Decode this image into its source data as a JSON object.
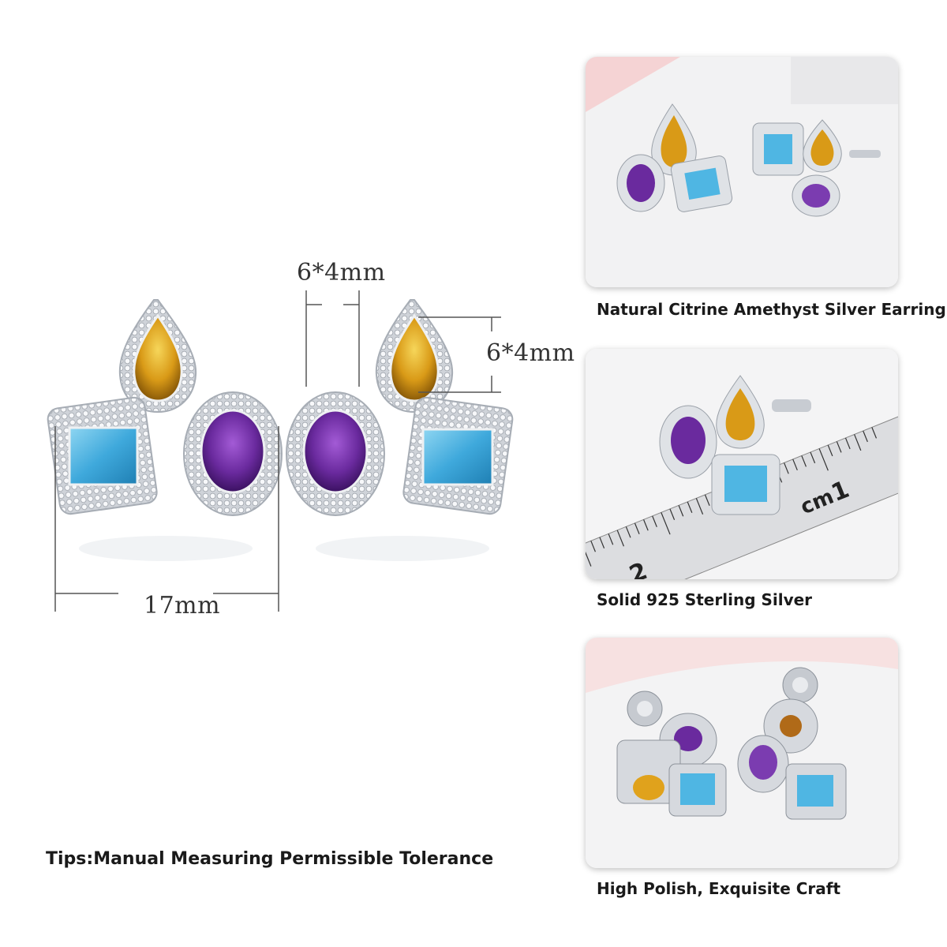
{
  "dimensions": {
    "top_width": "6*4mm",
    "right_height": "6*4mm",
    "bottom_width": "17mm"
  },
  "captions": {
    "thumb1": "Natural Citrine Amethyst Silver Earring",
    "thumb2": "Solid 925 Sterling Silver",
    "thumb3": "High Polish, Exquisite Craft"
  },
  "ruler_labels": {
    "n1": "1",
    "n2": "2",
    "unit": "cm"
  },
  "tips": "Tips:Manual Measuring Permissible Tolerance",
  "colors": {
    "citrine": "#e0a21c",
    "amethyst": "#6a2a9e",
    "topaz": "#4fb6e3",
    "silver": "#d8dbe0"
  }
}
